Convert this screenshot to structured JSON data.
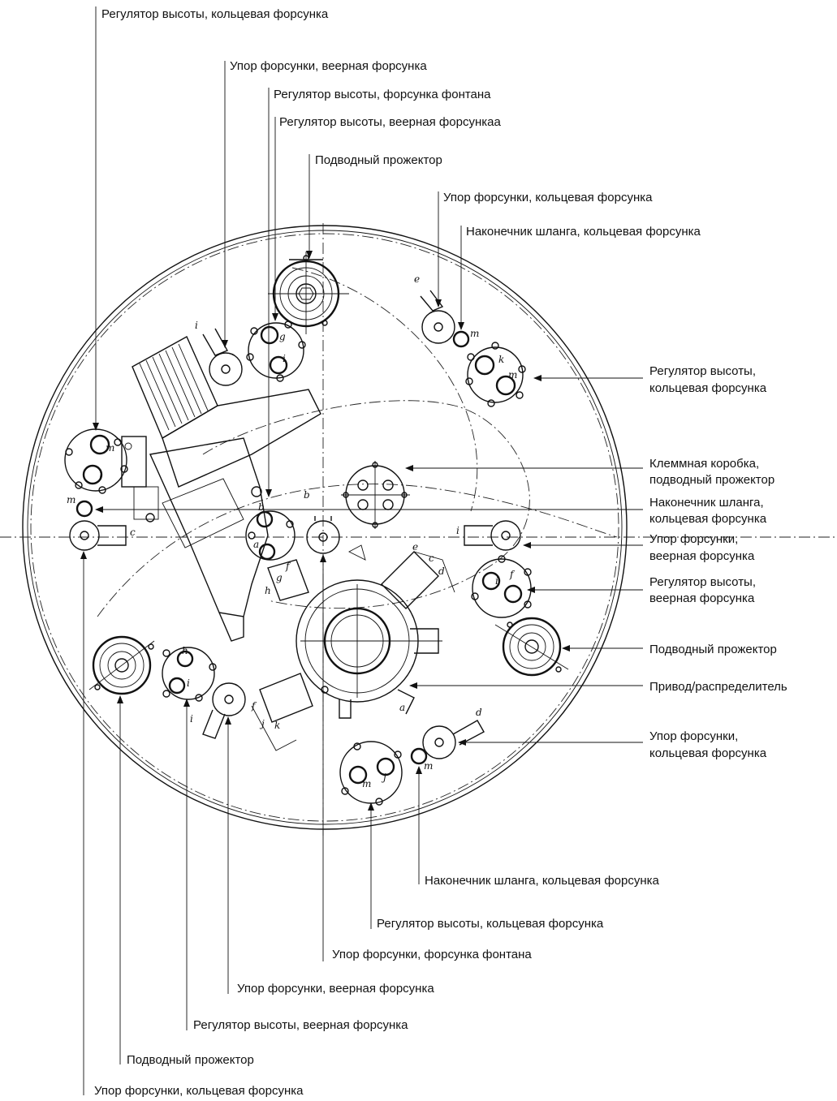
{
  "labels": {
    "top_1": "Регулятор высоты, кольцевая форсунка",
    "top_2": "Упор форсунки, веерная форсунка",
    "top_3": "Регулятор высоты, форсунка фонтана",
    "top_4": "Регулятор высоты, веерная форсункаа",
    "top_5": "Подводный прожектор",
    "top_6": "Упор форсунки, кольцевая форсунка",
    "top_7": "Наконечник шланга, кольцевая форсунка",
    "right_1": [
      "Регулятор высоты,",
      "кольцевая форсунка"
    ],
    "right_2": [
      "Клеммная коробка,",
      "подводный прожектор"
    ],
    "right_3": [
      "Наконечник шланга,",
      "кольцевая форсунка"
    ],
    "right_4": [
      "Упор форсунки,",
      "веерная форсунка"
    ],
    "right_5": [
      "Регулятор высоты,",
      "веерная форсунка"
    ],
    "right_6": "Подводный прожектор",
    "right_7": "Привод/распределитель",
    "right_8": [
      "Упор форсунки,",
      "кольцевая форсунка"
    ],
    "bottom_1": "Наконечник шланга, кольцевая форсунка",
    "bottom_2": "Регулятор высоты, кольцевая форсунка",
    "bottom_3": "Упор форсунки, форсунка фонтана",
    "bottom_4": "Упор форсунки, веерная форсунка",
    "bottom_5": "Регулятор высоты, веерная форсунка",
    "bottom_6": "Подводный прожектор",
    "bottom_7": "Упор форсунки, кольцевая форсунка"
  },
  "letters": {
    "a": "a",
    "b": "b",
    "c": "c",
    "d": "d",
    "e": "e",
    "f": "f",
    "g": "g",
    "h": "h",
    "i": "i",
    "j": "j",
    "k": "k",
    "l": "l",
    "m": "m"
  }
}
